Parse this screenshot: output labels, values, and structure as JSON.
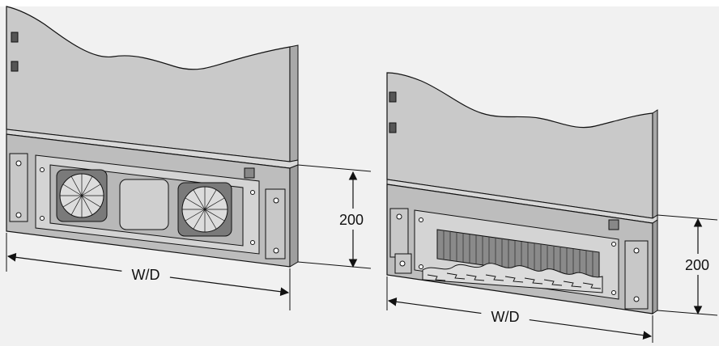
{
  "colors": {
    "background": "#f1f1f1",
    "glass": "#c9c9c9",
    "glass_edge": "#a9a9a9",
    "plinth": "#bdbdbd",
    "plinth_light": "#d8d8d8",
    "panel": "#d4d4d4",
    "fan_dark": "#7a7a7a",
    "line": "#111111"
  },
  "left_unit": {
    "dimension_height": "200",
    "dimension_width": "W/D"
  },
  "right_unit": {
    "dimension_height": "200",
    "dimension_width": "W/D"
  }
}
